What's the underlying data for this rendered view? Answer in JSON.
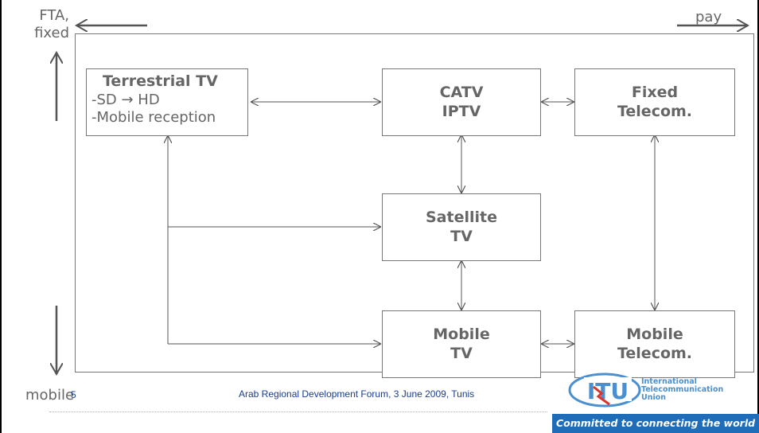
{
  "axis_labels": {
    "top_left": [
      "FTA,",
      "fixed"
    ],
    "top_right": "pay",
    "bottom_left": "mobile"
  },
  "boxes": {
    "terrestrial": {
      "title": "Terrestrial TV",
      "line1": "-SD → HD",
      "line2": "-Mobile reception"
    },
    "catv": {
      "line1": "CATV",
      "line2": "IPTV"
    },
    "fixed_telecom": {
      "line1": "Fixed",
      "line2": "Telecom."
    },
    "satellite": {
      "line1": "Satellite",
      "line2": "TV"
    },
    "mobile_tv": {
      "line1": "Mobile",
      "line2": "TV"
    },
    "mobile_telecom": {
      "line1": "Mobile",
      "line2": "Telecom."
    }
  },
  "footer": {
    "page_number": "5",
    "text": "Arab Regional Development Forum, 3 June 2009, Tunis"
  },
  "logo": {
    "mark": "ITU",
    "line1": "International",
    "line2": "Telecommunication",
    "line3": "Union",
    "tagline": "Committed to connecting the world"
  },
  "colors": {
    "box_text": "#666666",
    "footer_text": "#1a3d8f",
    "tagline_bg": "#1f6db8",
    "logo_accent": "#4a8fd0"
  }
}
